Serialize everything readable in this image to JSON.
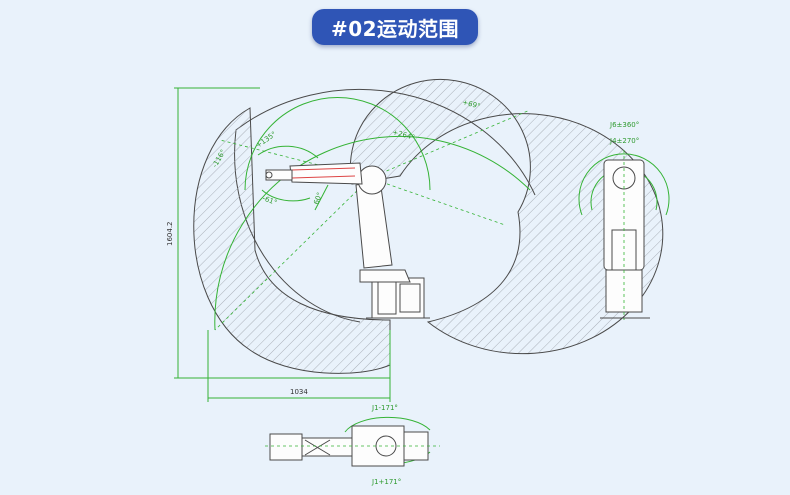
{
  "header": {
    "title": "#02运动范围"
  },
  "side_view": {
    "height_dim": "1604.2",
    "width_dim": "1034",
    "angle_upper": "+69°",
    "angle_j2": "+264°",
    "angle_left": "-116°",
    "angle_j3": "+135°",
    "angle_j5a": "-61°",
    "angle_j5b": "60°"
  },
  "front_view": {
    "j6_label": "J6±360°",
    "j4_label": "J4±270°"
  },
  "top_view": {
    "j1_top": "J1-171°",
    "j1_bottom": "J1+171°"
  }
}
